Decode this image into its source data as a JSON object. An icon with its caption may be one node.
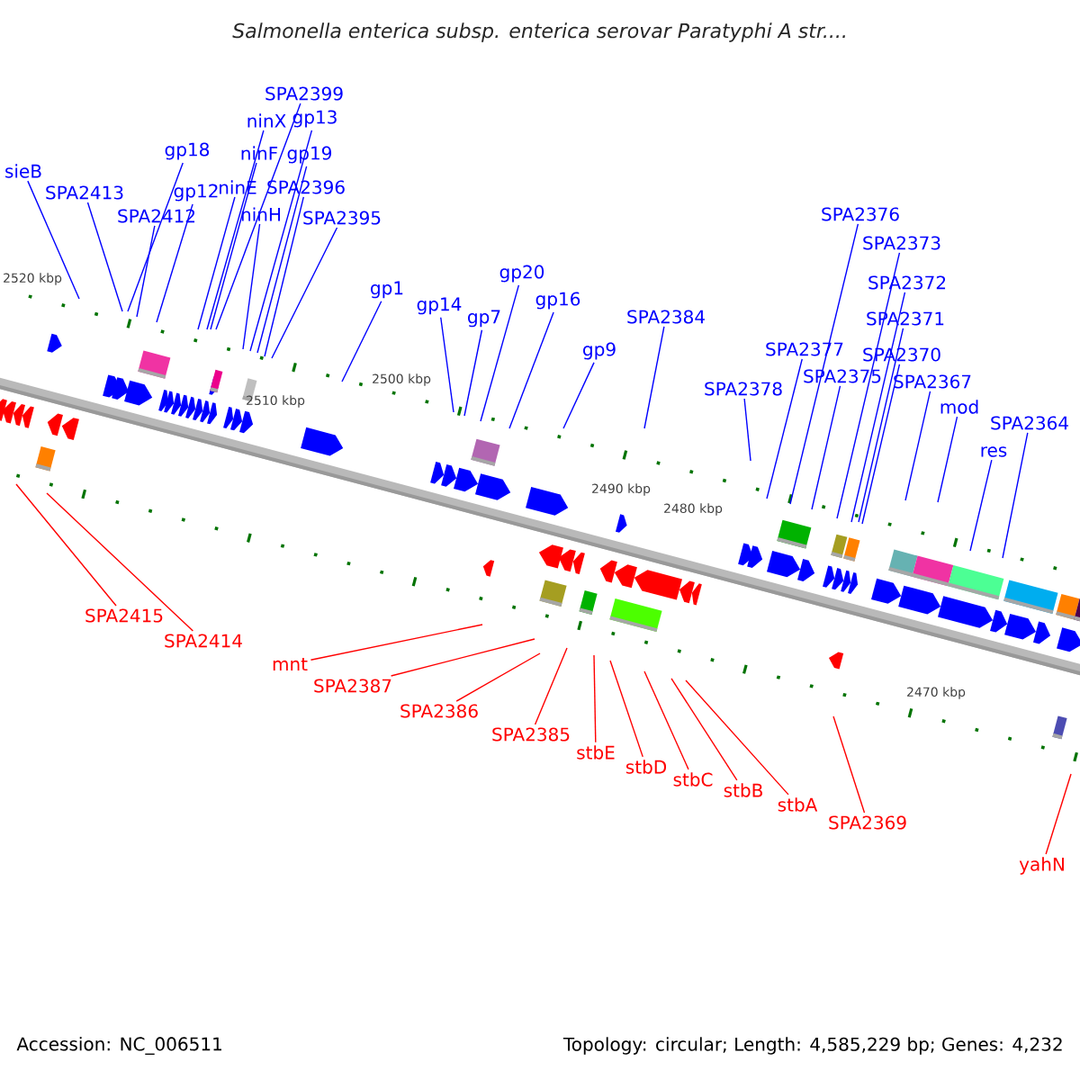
{
  "diagram": {
    "title": "Salmonella enterica subsp. enterica serovar Paratyphi A str....",
    "nodes": [
      {
        "text": [
          "sieB"
        ]
      },
      {
        "text": [
          "SPA2413"
        ]
      },
      {
        "text": [
          "gp18"
        ]
      },
      {
        "text": [
          "gp12"
        ]
      },
      {
        "text": [
          "SPA2412"
        ]
      },
      {
        "text": [
          "SPA2399"
        ]
      },
      {
        "text": [
          "ninX"
        ]
      },
      {
        "text": [
          "gp13"
        ]
      },
      {
        "text": [
          "ninF"
        ]
      },
      {
        "text": [
          "gp19"
        ]
      },
      {
        "text": [
          "ninE"
        ]
      },
      {
        "text": [
          "SPA2396"
        ]
      },
      {
        "text": [
          "ninH"
        ]
      },
      {
        "text": [
          "SPA2395"
        ]
      },
      {
        "text": [
          "gp1"
        ]
      },
      {
        "text": [
          "gp14"
        ]
      },
      {
        "text": [
          "gp7"
        ]
      },
      {
        "text": [
          "gp20"
        ]
      },
      {
        "text": [
          "gp16"
        ]
      },
      {
        "text": [
          "gp9"
        ]
      },
      {
        "text": [
          "SPA2384"
        ]
      },
      {
        "text": [
          "SPA2376"
        ]
      },
      {
        "text": [
          "SPA2373"
        ]
      },
      {
        "text": [
          "SPA2372"
        ]
      },
      {
        "text": [
          "SPA2371"
        ]
      },
      {
        "text": [
          "SPA2377"
        ]
      },
      {
        "text": [
          "SPA2370"
        ]
      },
      {
        "text": [
          "SPA2378"
        ]
      },
      {
        "text": [
          "SPA2375"
        ]
      },
      {
        "text": [
          "SPA2367"
        ]
      },
      {
        "text": [
          "mod"
        ]
      },
      {
        "text": [
          "res"
        ]
      },
      {
        "text": [
          "SPA2364"
        ]
      },
      {
        "text": [
          "SPA2415"
        ]
      },
      {
        "text": [
          "SPA2414"
        ]
      },
      {
        "text": [
          "mnt"
        ]
      },
      {
        "text": [
          "SPA2387"
        ]
      },
      {
        "text": [
          "SPA2386"
        ]
      },
      {
        "text": [
          "SPA2385"
        ]
      },
      {
        "text": [
          "stbE"
        ]
      },
      {
        "text": [
          "stbD"
        ]
      },
      {
        "text": [
          "stbC"
        ]
      },
      {
        "text": [
          "stbB"
        ]
      },
      {
        "text": [
          "stbA"
        ]
      },
      {
        "text": [
          "SPA2369"
        ]
      },
      {
        "text": [
          "yahN"
        ]
      }
    ],
    "edges": [
      {
        "from": 0,
        "to": null,
        "arrow": "none"
      },
      {
        "from": 1,
        "to": null,
        "arrow": "none"
      },
      {
        "from": 2,
        "to": null,
        "arrow": "none"
      },
      {
        "from": 3,
        "to": null,
        "arrow": "none"
      },
      {
        "from": 4,
        "to": null,
        "arrow": "none"
      },
      {
        "from": 5,
        "to": null,
        "arrow": "none"
      },
      {
        "from": 6,
        "to": null,
        "arrow": "none"
      },
      {
        "from": 7,
        "to": null,
        "arrow": "none"
      },
      {
        "from": 8,
        "to": null,
        "arrow": "none"
      },
      {
        "from": 9,
        "to": null,
        "arrow": "none"
      },
      {
        "from": 10,
        "to": null,
        "arrow": "none"
      },
      {
        "from": 11,
        "to": null,
        "arrow": "none"
      },
      {
        "from": 12,
        "to": null,
        "arrow": "none"
      },
      {
        "from": 13,
        "to": null,
        "arrow": "none"
      },
      {
        "from": 14,
        "to": null,
        "arrow": "none"
      },
      {
        "from": 15,
        "to": null,
        "arrow": "none"
      },
      {
        "from": 16,
        "to": null,
        "arrow": "none"
      },
      {
        "from": 17,
        "to": null,
        "arrow": "none"
      },
      {
        "from": 18,
        "to": null,
        "arrow": "none"
      },
      {
        "from": 19,
        "to": null,
        "arrow": "none"
      },
      {
        "from": 20,
        "to": null,
        "arrow": "none"
      },
      {
        "from": 21,
        "to": null,
        "arrow": "none"
      },
      {
        "from": 22,
        "to": null,
        "arrow": "none"
      },
      {
        "from": 23,
        "to": null,
        "arrow": "none"
      },
      {
        "from": 24,
        "to": null,
        "arrow": "none"
      },
      {
        "from": 25,
        "to": null,
        "arrow": "none"
      },
      {
        "from": 26,
        "to": null,
        "arrow": "none"
      },
      {
        "from": 27,
        "to": null,
        "arrow": "none"
      },
      {
        "from": 28,
        "to": null,
        "arrow": "none"
      },
      {
        "from": 29,
        "to": null,
        "arrow": "none"
      },
      {
        "from": 30,
        "to": null,
        "arrow": "none"
      },
      {
        "from": 31,
        "to": null,
        "arrow": "none"
      },
      {
        "from": 32,
        "to": null,
        "arrow": "none"
      },
      {
        "from": 33,
        "to": null,
        "arrow": "none",
        "color": "#ff0000"
      },
      {
        "from": 34,
        "to": null,
        "arrow": "none",
        "color": "#ff0000"
      },
      {
        "from": 35,
        "to": null,
        "arrow": "none",
        "color": "#ff0000"
      },
      {
        "from": 36,
        "to": null,
        "arrow": "none",
        "color": "#ff0000"
      },
      {
        "from": 37,
        "to": null,
        "arrow": "none",
        "color": "#ff0000"
      },
      {
        "from": 38,
        "to": null,
        "arrow": "none",
        "color": "#ff0000"
      },
      {
        "from": 39,
        "to": null,
        "arrow": "none",
        "color": "#ff0000"
      },
      {
        "from": 40,
        "to": null,
        "arrow": "none",
        "color": "#ff0000"
      },
      {
        "from": 41,
        "to": null,
        "arrow": "none",
        "color": "#ff0000"
      },
      {
        "from": 42,
        "to": null,
        "arrow": "none",
        "color": "#ff0000"
      },
      {
        "from": 43,
        "to": null,
        "arrow": "none",
        "color": "#ff0000"
      },
      {
        "from": 44,
        "to": null,
        "arrow": "none",
        "color": "#ff0000"
      },
      {
        "from": 45,
        "to": null,
        "arrow": "none",
        "color": "#ff0000"
      }
    ],
    "labels": [
      "2520 kbp",
      "2510 kbp",
      "2500 kbp",
      "2490 kbp",
      "2480 kbp",
      "2470 kbp",
      "Accession: NC_006511",
      "Topology: circular; Length: 4,585,229 bp; Genes: 4,232"
    ]
  }
}
